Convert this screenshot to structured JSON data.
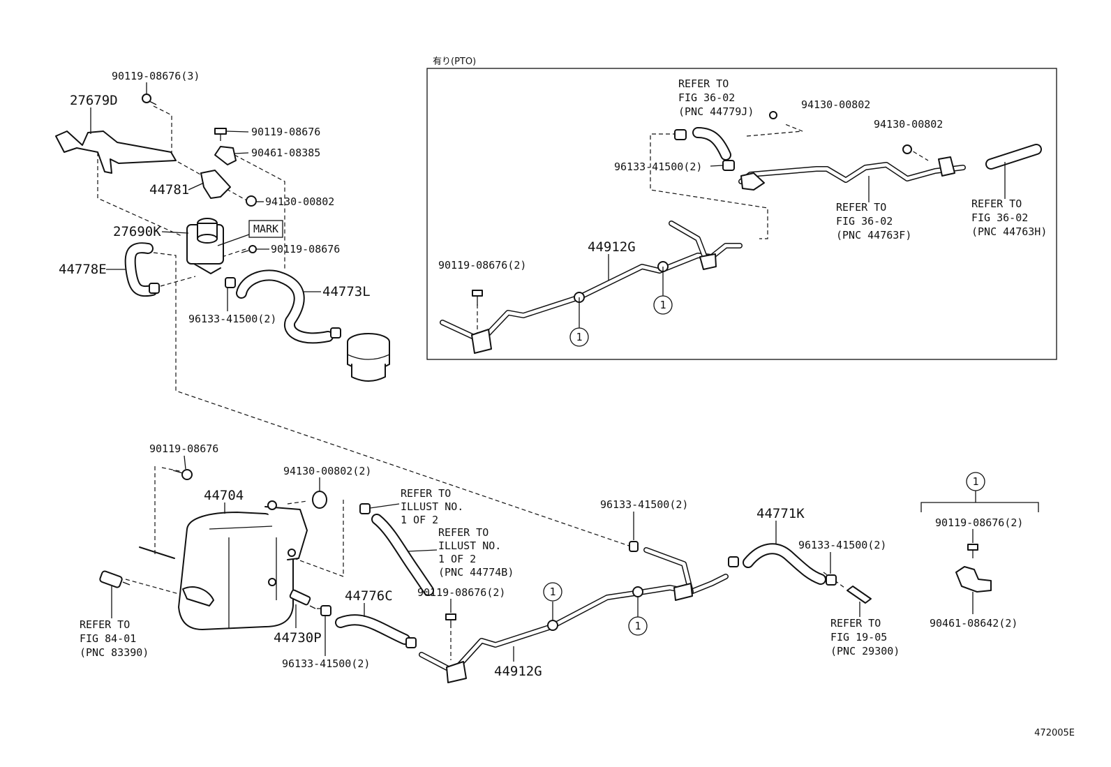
{
  "diagram_number": "472005E",
  "pto_box": {
    "title": "有り(PTO)",
    "refer_44779j": [
      "REFER TO",
      "FIG 36-02",
      "(PNC 44779J)"
    ],
    "refer_44763f": [
      "REFER TO",
      "FIG 36-02",
      "(PNC 44763F)"
    ],
    "refer_44763h": [
      "REFER TO",
      "FIG 36-02",
      "(PNC 44763H)"
    ],
    "nut_a": "94130-00802",
    "nut_b": "94130-00802",
    "clamp": "96133-41500(2)",
    "pipe": "44912G",
    "bolt": "90119-08676(2)",
    "callout_1": "1",
    "callout_2": "1"
  },
  "top_left": {
    "bolt_3": "90119-08676(3)",
    "bracket": "27679D",
    "bolt_a": "90119-08676",
    "clamp_a": "90461-08385",
    "bracket_b": "44781",
    "nut": "94130-00802",
    "valve": "27690K",
    "mark": "MARK",
    "bolt_b": "90119-08676",
    "hose_e": "44778E",
    "hose_l": "44773L",
    "clamp_b": "96133-41500(2)"
  },
  "bottom": {
    "bolt_tank": "90119-08676",
    "tank": "44704",
    "nut_tank": "94130-00802(2)",
    "refer_illust_a": [
      "REFER TO",
      "ILLUST NO.",
      "1 OF 2"
    ],
    "refer_illust_b": [
      "REFER TO",
      "ILLUST NO.",
      "1 OF 2",
      "(PNC 44774B)"
    ],
    "refer_83390": [
      "REFER TO",
      "FIG 84-01",
      "(PNC 83390)"
    ],
    "fitting": "44730P",
    "clamp_c": "96133-41500(2)",
    "hose_c": "44776C",
    "bolt_pipe": "90119-08676(2)",
    "pipe": "44912G",
    "callout_1": "1",
    "callout_2": "1",
    "clamp_d": "96133-41500(2)",
    "hose_k": "44771K",
    "clamp_e": "96133-41500(2)",
    "refer_29300": [
      "REFER TO",
      "FIG 19-05",
      "(PNC 29300)"
    ]
  },
  "legend": {
    "callout": "1",
    "bolt": "90119-08676(2)",
    "clamp": "90461-08642(2)"
  }
}
